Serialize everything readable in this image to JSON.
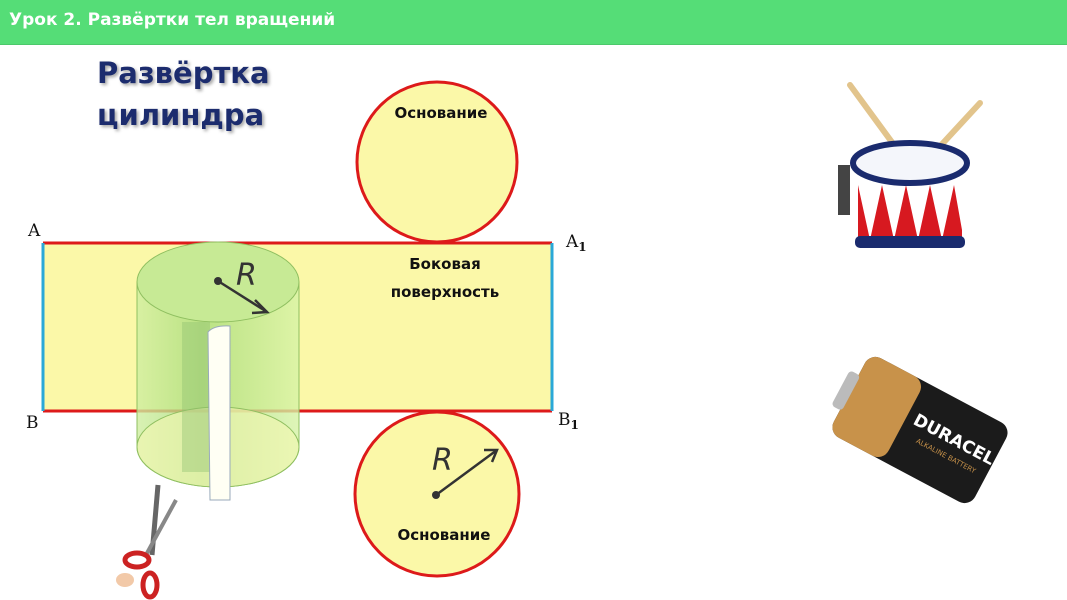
{
  "header": {
    "title": "Урок 2. Развёртки тел вращений"
  },
  "slide": {
    "title_line1": "Развёртка",
    "title_line2": "цилиндра",
    "base_top_label": "Основание",
    "base_bottom_label": "Основание",
    "lateral_line1": "Боковая",
    "lateral_line2": "поверхность",
    "radius_label": "R",
    "points": {
      "A": "A",
      "A1": "A",
      "A1_sub": "1",
      "B": "B",
      "B1": "B",
      "B1_sub": "1"
    },
    "battery_brand": "DURACELL",
    "battery_type": "ALKALINE BATTERY"
  },
  "colors": {
    "header": "#55dd77",
    "title": "#1c2c6e",
    "fill": "#fbf8a8",
    "edge_red": "#dd1a1a",
    "edge_blue": "#2aa8d8"
  }
}
